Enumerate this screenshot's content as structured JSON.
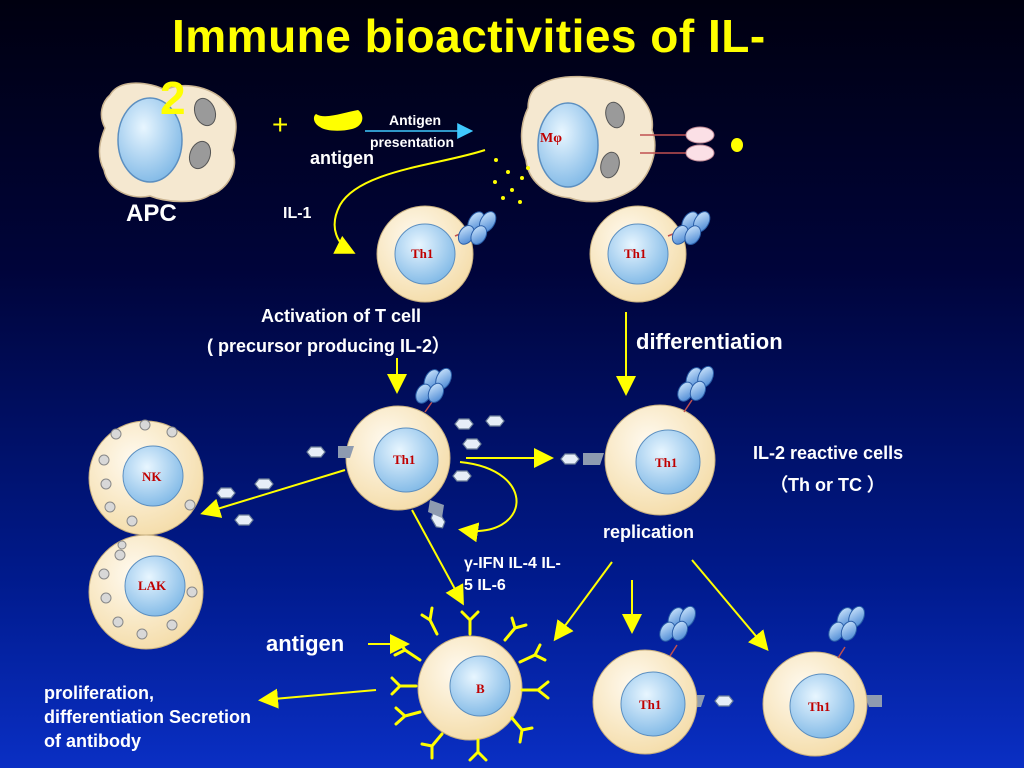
{
  "title_line1": "Immune bioactivities of IL-",
  "title_line2": "2",
  "labels": {
    "apc": "APC",
    "plus": "+",
    "antigen_top": "antigen",
    "antigen_presentation_1": "Antigen",
    "antigen_presentation_2": "presentation",
    "mphi": "Mφ",
    "il1": "IL-1",
    "activation_1": "Activation of T cell",
    "activation_2": "( precursor producing IL-2）",
    "differentiation": "differentiation",
    "il2_reactive_1": "IL-2 reactive cells",
    "il2_reactive_2": "（Th or TC ）",
    "replication": "replication",
    "cytokines_1": "γ-IFN IL-4 IL-",
    "cytokines_2": "5 IL-6",
    "antigen_b": "antigen",
    "proliferation_1": "proliferation,",
    "proliferation_2": "differentiation Secretion",
    "proliferation_3": "of antibody"
  },
  "cells": {
    "th1": "Th1",
    "nk": "NK",
    "lak": "LAK",
    "b": "B"
  },
  "colors": {
    "title": "#ffff00",
    "arrow": "#ffff00",
    "cell_body": "#fbeccb",
    "nucleus": "#a9d3f0",
    "cell_label": "#c00000",
    "receptor": "#4a8fd6"
  }
}
